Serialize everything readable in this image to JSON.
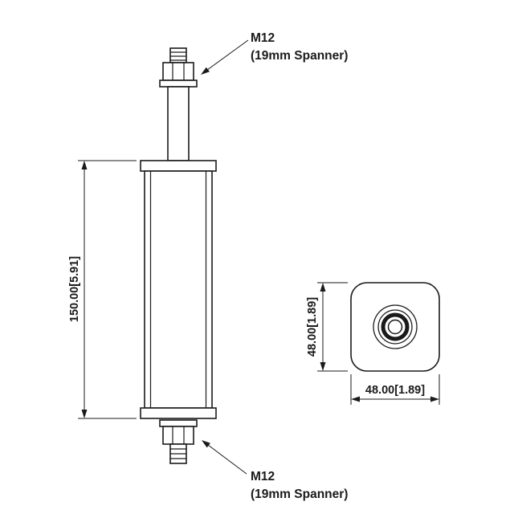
{
  "page": {
    "background": "#ffffff",
    "line_color": "#1a1a1a",
    "drawing_type": "technical dimension drawing of cylindrical damper with M12 studs"
  },
  "callouts": {
    "top": {
      "line1": "M12",
      "line2": "(19mm Spanner)"
    },
    "bottom": {
      "line1": "M12",
      "line2": "(19mm Spanner)"
    }
  },
  "dimensions": {
    "front_height": "150.00[5.91]",
    "side_height": "48.00[1.89]",
    "side_width": "48.00[1.89]"
  }
}
